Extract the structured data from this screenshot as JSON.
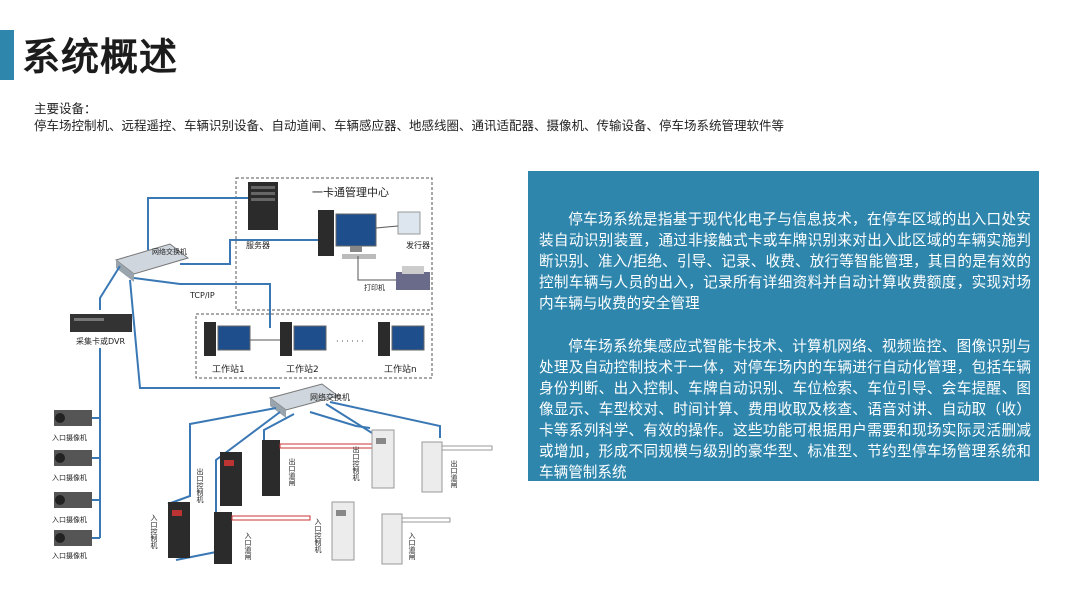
{
  "colors": {
    "accent": "#2e86ad",
    "panel": "#2e86ad",
    "cable": "#3a78b5"
  },
  "title": "系统概述",
  "equipment": {
    "label": "主要设备：",
    "list": "停车场控制机、远程遥控、车辆识别设备、自动道闸、车辆感应器、地感线圈、通讯适配器、摄像机、传输设备、停车场系统管理软件等"
  },
  "diagram": {
    "center_label": "一卡通管理中心",
    "server": "服务器",
    "issuer": "发行器",
    "printer": "打印机",
    "switch_top": "网络交换机",
    "switch_bottom": "网络交换机",
    "tcpip": "TCP/IP",
    "dvr": "采集卡或DVR",
    "workstations": [
      "工作站1",
      "工作站2",
      "工作站n"
    ],
    "ellipsis": "· · · · · ·",
    "cameras": [
      "入口摄像机",
      "入口摄像机",
      "入口摄像机",
      "入口摄像机"
    ],
    "exit_controller": "出口控制机",
    "exit_gate": "出口道闸",
    "entry_controller": "入口控制机",
    "entry_gate": "入口道闸"
  },
  "description": {
    "p1": "停车场系统是指基于现代化电子与信息技术，在停车区域的出入口处安装自动识别装置，通过非接触式卡或车牌识别来对出入此区域的车辆实施判断识别、准入/拒绝、引导、记录、收费、放行等智能管理，其目的是有效的控制车辆与人员的出入，记录所有详细资料并自动计算收费额度，实现对场内车辆与收费的安全管理",
    "p2": "停车场系统集感应式智能卡技术、计算机网络、视频监控、图像识别与处理及自动控制技术于一体，对停车场内的车辆进行自动化管理，包括车辆身份判断、出入控制、车牌自动识别、车位检索、车位引导、会车提醒、图像显示、车型校对、时间计算、费用收取及核查、语音对讲、自动取（收）卡等系列科学、有效的操作。这些功能可根据用户需要和现场实际灵活删减或增加，形成不同规模与级别的豪华型、标准型、节约型停车场管理系统和车辆管制系统"
  }
}
